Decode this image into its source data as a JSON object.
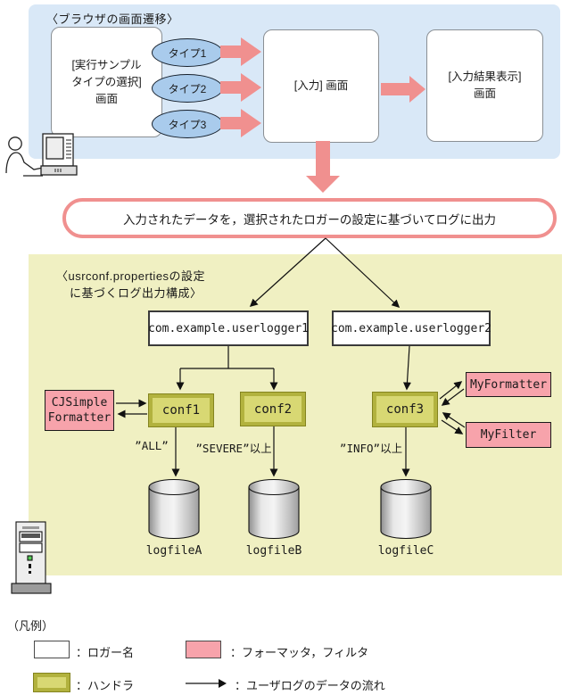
{
  "browser_flow": {
    "title": "〈ブラウザの画面遷移〉",
    "select_screen": {
      "line1": "[実行サンプル",
      "line2": "タイプの選択]",
      "line3": "画面"
    },
    "types": [
      {
        "label": "タイプ1"
      },
      {
        "label": "タイプ2"
      },
      {
        "label": "タイプ3"
      }
    ],
    "input_screen": "[入力] 画面",
    "result_screen": {
      "line1": "[入力結果表示]",
      "line2": "画面"
    }
  },
  "banner": {
    "text": "入力されたデータを，選択されたロガーの設定に基づいてログに出力"
  },
  "log_config": {
    "title_line1": "〈usrconf.propertiesの設定",
    "title_line2": "に基づくログ出力構成〉",
    "loggers": [
      "com.example.userlogger1",
      "com.example.userlogger2"
    ],
    "handlers": [
      "conf1",
      "conf2",
      "conf3"
    ],
    "cjsimple_formatter": {
      "line1": "CJSimple",
      "line2": "Formatter"
    },
    "my_formatter": "MyFormatter",
    "my_filter": "MyFilter",
    "levels": [
      "”ALL”",
      "”SEVERE”以上",
      "”INFO”以上"
    ],
    "logfiles": [
      "logfileA",
      "logfileB",
      "logfileC"
    ]
  },
  "legend": {
    "title": "（凡例）",
    "logger_label": "：ロガー名",
    "formatter_label": "：フォーマッタ，フィルタ",
    "handler_label": "：ハンドラ",
    "flow_label": "：ユーザログのデータの流れ"
  },
  "colors": {
    "blue_panel": "#d9e8f7",
    "yellow_panel": "#f0f0c2",
    "oval_blue": "#a9cbec",
    "arrow_pink": "#f0908f",
    "handler_fill": "#d8d873",
    "handler_border": "#b2b23e",
    "formatter_fill": "#f7a3ab"
  }
}
